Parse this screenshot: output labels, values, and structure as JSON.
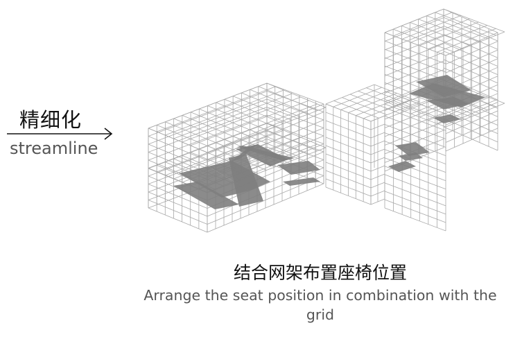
{
  "left_label": {
    "zh": "精细化",
    "en": "streamline"
  },
  "caption": {
    "zh": "结合网架布置座椅位置",
    "en": "Arrange the seat position in combination with the grid"
  },
  "colors": {
    "grid": "#a8a8a8",
    "slab": "#7e7e7e",
    "text": "#111111",
    "subtext": "#555555"
  }
}
